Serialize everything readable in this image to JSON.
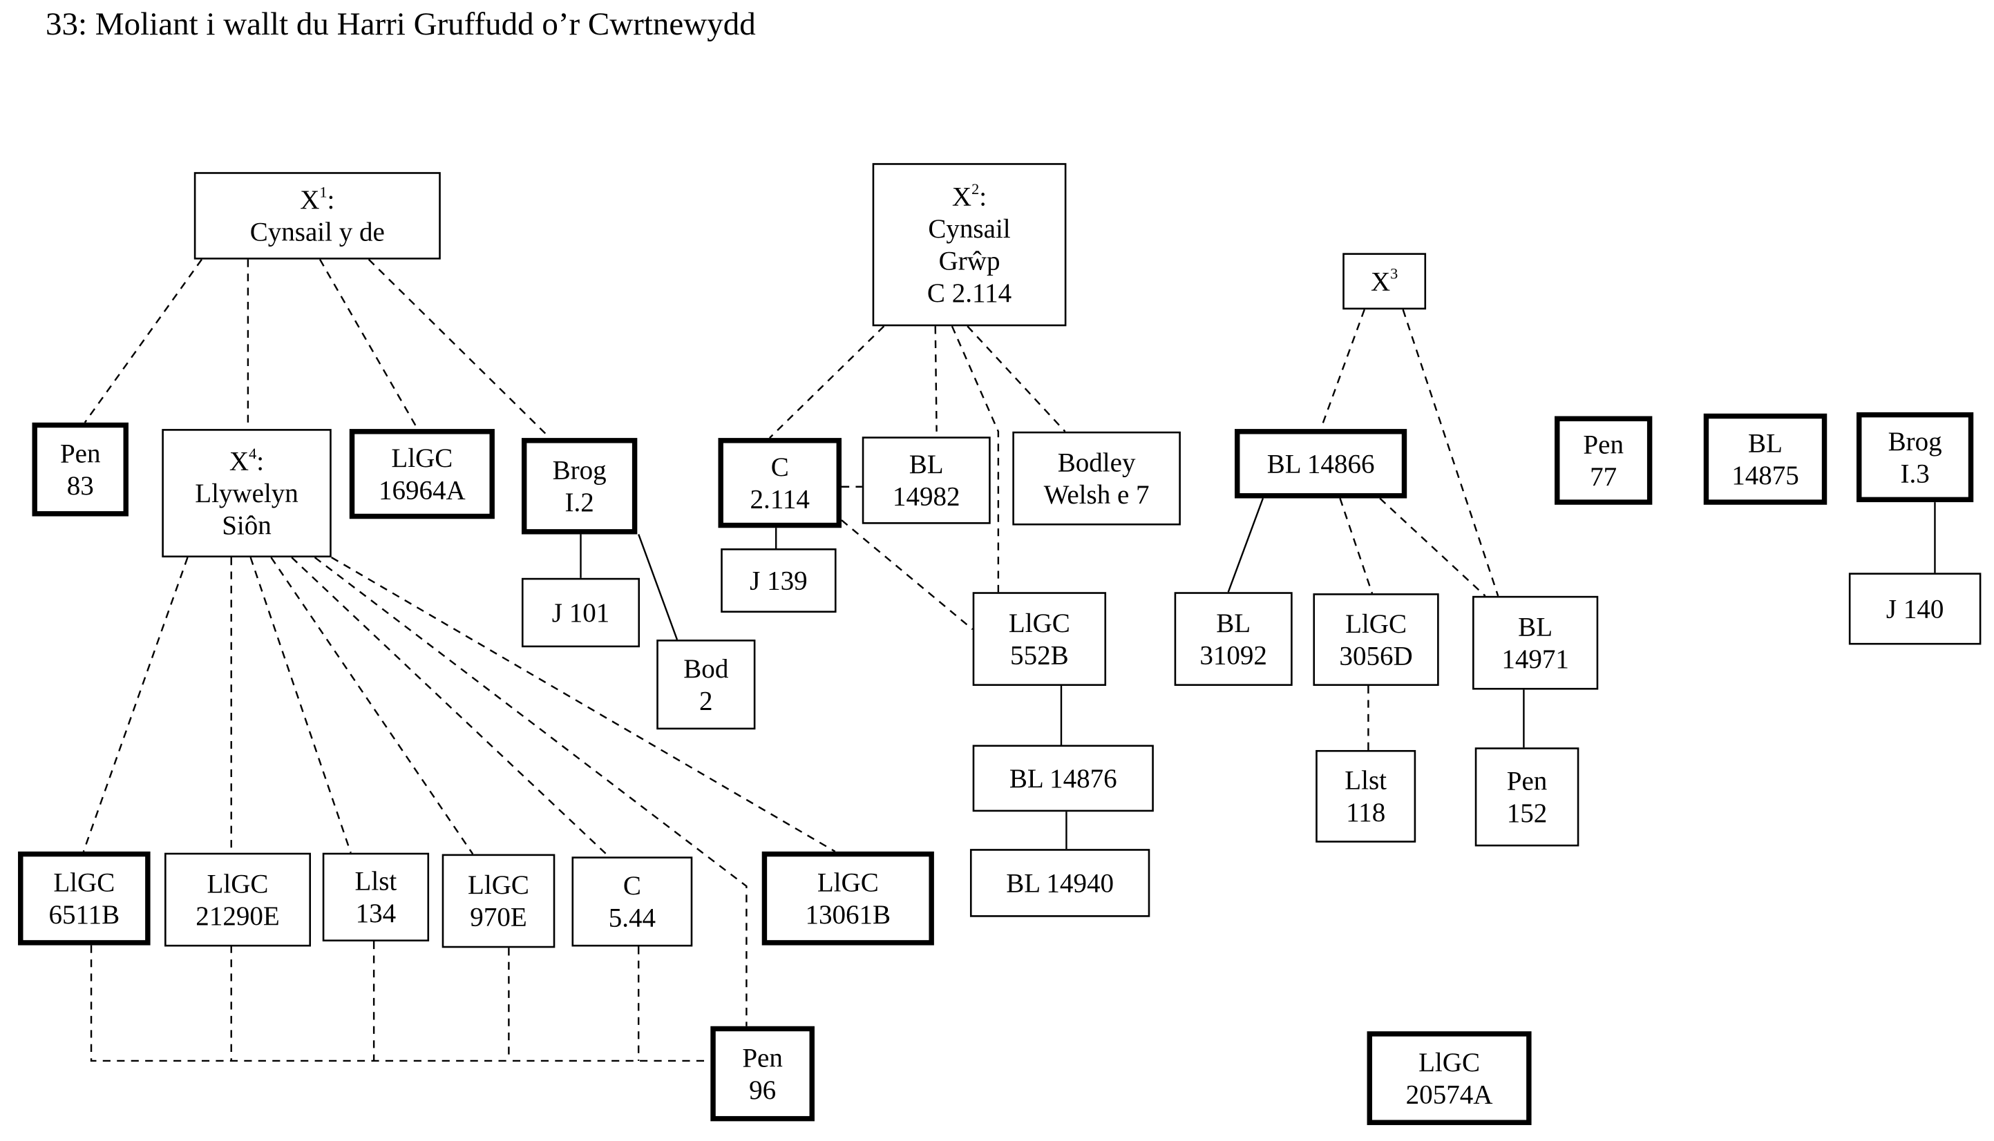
{
  "title": "33: Moliant i wallt du Harri Gruffudd o’r Cwrtnewydd",
  "nodes": [
    {
      "id": "X1",
      "lines": [
        {
          "base": "X",
          "sup": "1",
          "suffix": ":"
        },
        "Cynsail y de"
      ],
      "emphasis": "normal"
    },
    {
      "id": "X2",
      "lines": [
        {
          "base": "X",
          "sup": "2",
          "suffix": ":"
        },
        "Cynsail",
        "Grŵp",
        "C 2.114"
      ],
      "emphasis": "normal"
    },
    {
      "id": "X3",
      "lines": [
        {
          "base": "X",
          "sup": "3",
          "suffix": ""
        }
      ],
      "emphasis": "normal"
    },
    {
      "id": "X4",
      "lines": [
        {
          "base": "X",
          "sup": "4",
          "suffix": ":"
        },
        "Llywelyn",
        "Siôn"
      ],
      "emphasis": "normal"
    },
    {
      "id": "Pen83",
      "lines": [
        "Pen",
        "83"
      ],
      "emphasis": "bold"
    },
    {
      "id": "LlGC16964A",
      "lines": [
        "LlGC",
        "16964A"
      ],
      "emphasis": "bold"
    },
    {
      "id": "BrogI2",
      "lines": [
        "Brog",
        "I.2"
      ],
      "emphasis": "bold"
    },
    {
      "id": "J101",
      "lines": [
        "J 101"
      ],
      "emphasis": "normal"
    },
    {
      "id": "Bod2",
      "lines": [
        "Bod",
        "2"
      ],
      "emphasis": "normal"
    },
    {
      "id": "C2114",
      "lines": [
        "C",
        "2.114"
      ],
      "emphasis": "bold"
    },
    {
      "id": "J139",
      "lines": [
        "J 139"
      ],
      "emphasis": "normal"
    },
    {
      "id": "BL14982",
      "lines": [
        "BL",
        "14982"
      ],
      "emphasis": "normal"
    },
    {
      "id": "BodleyWelshE7",
      "lines": [
        "Bodley",
        "Welsh e 7"
      ],
      "emphasis": "normal"
    },
    {
      "id": "LlGC552B",
      "lines": [
        "LlGC",
        "552B"
      ],
      "emphasis": "normal"
    },
    {
      "id": "BL14876",
      "lines": [
        "BL 14876"
      ],
      "emphasis": "normal"
    },
    {
      "id": "BL14940",
      "lines": [
        "BL 14940"
      ],
      "emphasis": "normal"
    },
    {
      "id": "BL14866",
      "lines": [
        "BL 14866"
      ],
      "emphasis": "bold"
    },
    {
      "id": "BL31092",
      "lines": [
        "BL",
        "31092"
      ],
      "emphasis": "normal"
    },
    {
      "id": "LlGC3056D",
      "lines": [
        "LlGC",
        "3056D"
      ],
      "emphasis": "normal"
    },
    {
      "id": "BL14971",
      "lines": [
        "BL",
        "14971"
      ],
      "emphasis": "normal"
    },
    {
      "id": "Llst118",
      "lines": [
        "Llst",
        "118"
      ],
      "emphasis": "normal"
    },
    {
      "id": "Pen152",
      "lines": [
        "Pen",
        "152"
      ],
      "emphasis": "normal"
    },
    {
      "id": "Pen77",
      "lines": [
        "Pen",
        "77"
      ],
      "emphasis": "bold"
    },
    {
      "id": "BL14875",
      "lines": [
        "BL",
        "14875"
      ],
      "emphasis": "bold"
    },
    {
      "id": "BrogI3",
      "lines": [
        "Brog",
        "I.3"
      ],
      "emphasis": "bold"
    },
    {
      "id": "J140",
      "lines": [
        "J 140"
      ],
      "emphasis": "normal"
    },
    {
      "id": "LlGC6511B",
      "lines": [
        "LlGC",
        "6511B"
      ],
      "emphasis": "bold"
    },
    {
      "id": "LlGC21290E",
      "lines": [
        "LlGC",
        "21290E"
      ],
      "emphasis": "normal"
    },
    {
      "id": "Llst134",
      "lines": [
        "Llst",
        "134"
      ],
      "emphasis": "normal"
    },
    {
      "id": "LlGC970E",
      "lines": [
        "LlGC",
        "970E"
      ],
      "emphasis": "normal"
    },
    {
      "id": "C544",
      "lines": [
        "C",
        "5.44"
      ],
      "emphasis": "normal"
    },
    {
      "id": "LlGC13061B",
      "lines": [
        "LlGC",
        "13061B"
      ],
      "emphasis": "bold"
    },
    {
      "id": "Pen96",
      "lines": [
        "Pen",
        "96"
      ],
      "emphasis": "bold"
    },
    {
      "id": "LlGC20574A",
      "lines": [
        "LlGC",
        "20574A"
      ],
      "emphasis": "bold"
    }
  ],
  "edges": [
    {
      "from": "X1",
      "to": "Pen83",
      "style": "dashed"
    },
    {
      "from": "X1",
      "to": "X4",
      "style": "dashed"
    },
    {
      "from": "X1",
      "to": "LlGC16964A",
      "style": "dashed"
    },
    {
      "from": "X1",
      "to": "BrogI2",
      "style": "dashed"
    },
    {
      "from": "BrogI2",
      "to": "J101",
      "style": "solid"
    },
    {
      "from": "BrogI2",
      "to": "Bod2",
      "style": "solid"
    },
    {
      "from": "X4",
      "to": "LlGC6511B",
      "style": "dashed"
    },
    {
      "from": "X4",
      "to": "LlGC21290E",
      "style": "dashed"
    },
    {
      "from": "X4",
      "to": "Llst134",
      "style": "dashed"
    },
    {
      "from": "X4",
      "to": "LlGC970E",
      "style": "dashed"
    },
    {
      "from": "X4",
      "to": "C544",
      "style": "dashed"
    },
    {
      "from": "X4",
      "to": "Pen96",
      "style": "dashed"
    },
    {
      "from": "X4",
      "to": "LlGC13061B",
      "style": "dashed"
    },
    {
      "from": "LlGC6511B",
      "to": "Pen96",
      "style": "dashed"
    },
    {
      "from": "LlGC21290E",
      "to": "Pen96",
      "style": "dashed"
    },
    {
      "from": "Llst134",
      "to": "Pen96",
      "style": "dashed"
    },
    {
      "from": "LlGC970E",
      "to": "Pen96",
      "style": "dashed"
    },
    {
      "from": "C544",
      "to": "Pen96",
      "style": "dashed"
    },
    {
      "from": "X2",
      "to": "C2114",
      "style": "dashed"
    },
    {
      "from": "X2",
      "to": "BL14982",
      "style": "dashed"
    },
    {
      "from": "X2",
      "to": "LlGC552B",
      "style": "dashed"
    },
    {
      "from": "X2",
      "to": "BodleyWelshE7",
      "style": "dashed"
    },
    {
      "from": "C2114",
      "to": "BL14982",
      "style": "dashed"
    },
    {
      "from": "C2114",
      "to": "J139",
      "style": "solid"
    },
    {
      "from": "C2114",
      "to": "LlGC552B",
      "style": "dashed"
    },
    {
      "from": "LlGC552B",
      "to": "BL14876",
      "style": "solid"
    },
    {
      "from": "BL14876",
      "to": "BL14940",
      "style": "solid"
    },
    {
      "from": "X3",
      "to": "BL14866",
      "style": "dashed"
    },
    {
      "from": "X3",
      "to": "BL14971",
      "style": "dashed"
    },
    {
      "from": "BL14866",
      "to": "BL31092",
      "style": "solid"
    },
    {
      "from": "BL14866",
      "to": "LlGC3056D",
      "style": "dashed"
    },
    {
      "from": "BL14866",
      "to": "BL14971",
      "style": "dashed"
    },
    {
      "from": "LlGC3056D",
      "to": "Llst118",
      "style": "dashed"
    },
    {
      "from": "BL14971",
      "to": "Pen152",
      "style": "solid"
    },
    {
      "from": "BrogI3",
      "to": "J140",
      "style": "solid"
    }
  ]
}
